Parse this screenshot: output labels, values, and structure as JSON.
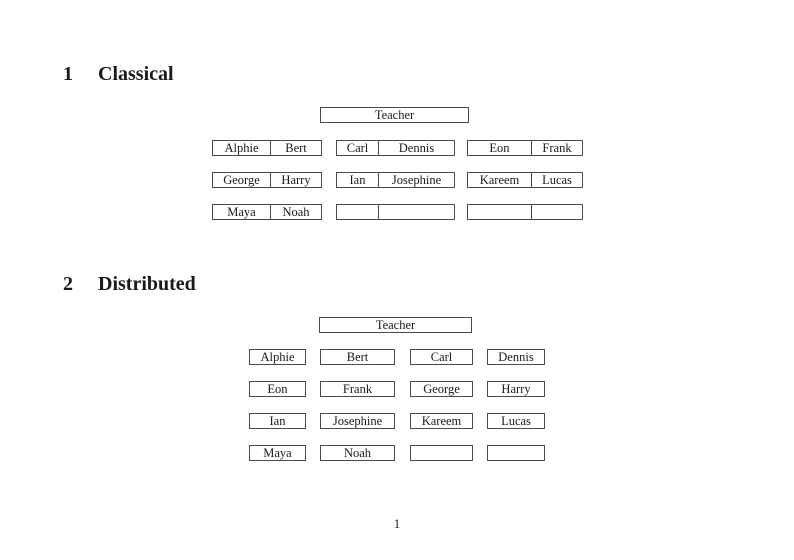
{
  "document": {
    "page_number": "1"
  },
  "classical": {
    "heading_number": "1",
    "heading_title": "Classical",
    "teacher_label": "Teacher",
    "rows": [
      [
        [
          "Alphie",
          "Bert"
        ],
        [
          "Carl",
          "Dennis"
        ],
        [
          "Eon",
          "Frank"
        ]
      ],
      [
        [
          "George",
          "Harry"
        ],
        [
          "Ian",
          "Josephine"
        ],
        [
          "Kareem",
          "Lucas"
        ]
      ],
      [
        [
          "Maya",
          "Noah"
        ],
        [
          "",
          ""
        ],
        [
          "",
          ""
        ]
      ]
    ]
  },
  "distributed": {
    "heading_number": "2",
    "heading_title": "Distributed",
    "teacher_label": "Teacher",
    "rows": [
      [
        "Alphie",
        "Bert",
        "Carl",
        "Dennis"
      ],
      [
        "Eon",
        "Frank",
        "George",
        "Harry"
      ],
      [
        "Ian",
        "Josephine",
        "Kareem",
        "Lucas"
      ],
      [
        "Maya",
        "Noah",
        "",
        ""
      ]
    ]
  }
}
